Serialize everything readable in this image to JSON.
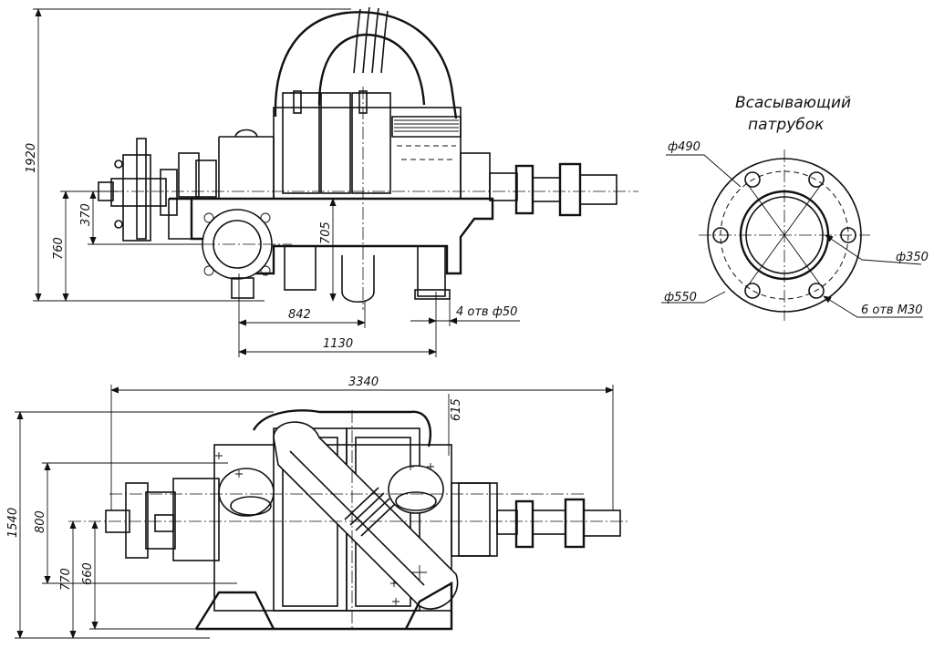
{
  "title": {
    "line1": "Всасывающий",
    "line2": "патрубок"
  },
  "top_view": {
    "height_total": "1920",
    "height_axis": "760",
    "height_mid": "370",
    "height_705": "705",
    "len_842": "842",
    "len_1130": "1130",
    "holes": "4 отв ф50"
  },
  "bottom_view": {
    "length_total": "3340",
    "dim_615": "615",
    "height_total": "1540",
    "dim_800": "800",
    "dim_770": "770",
    "dim_660": "660"
  },
  "flange": {
    "d_bolt_circle": "ф490",
    "d_bore": "ф350",
    "d_outer": "ф550",
    "bolt_holes": "6 отв М30"
  }
}
